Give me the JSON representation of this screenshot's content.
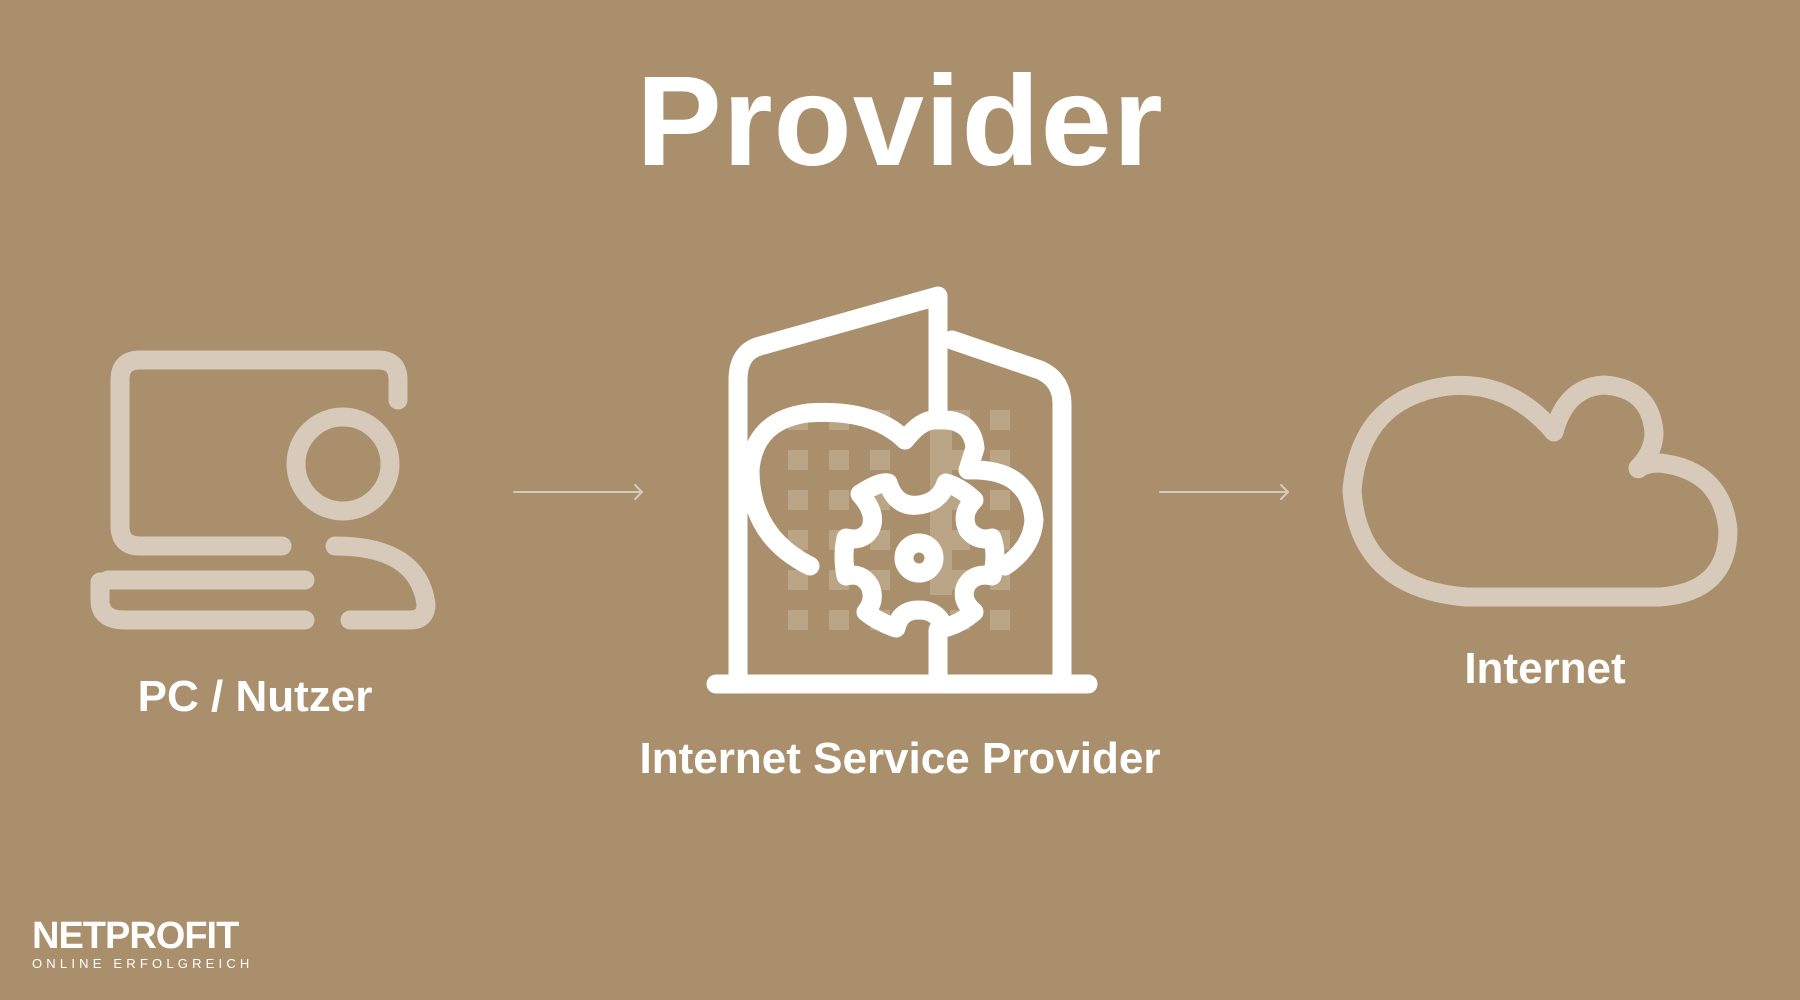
{
  "title": "Provider",
  "nodes": [
    {
      "id": "pc",
      "label": "PC / Nutzer"
    },
    {
      "id": "isp",
      "label": "Internet Service Provider"
    },
    {
      "id": "internet",
      "label": "Internet"
    }
  ],
  "colors": {
    "background": "#A98F6C",
    "primary": "#FFFFFF",
    "muted": "#D8CABA"
  },
  "logo": {
    "name": "NETPROFIT",
    "tagline": "ONLINE ERFOLGREICH"
  }
}
